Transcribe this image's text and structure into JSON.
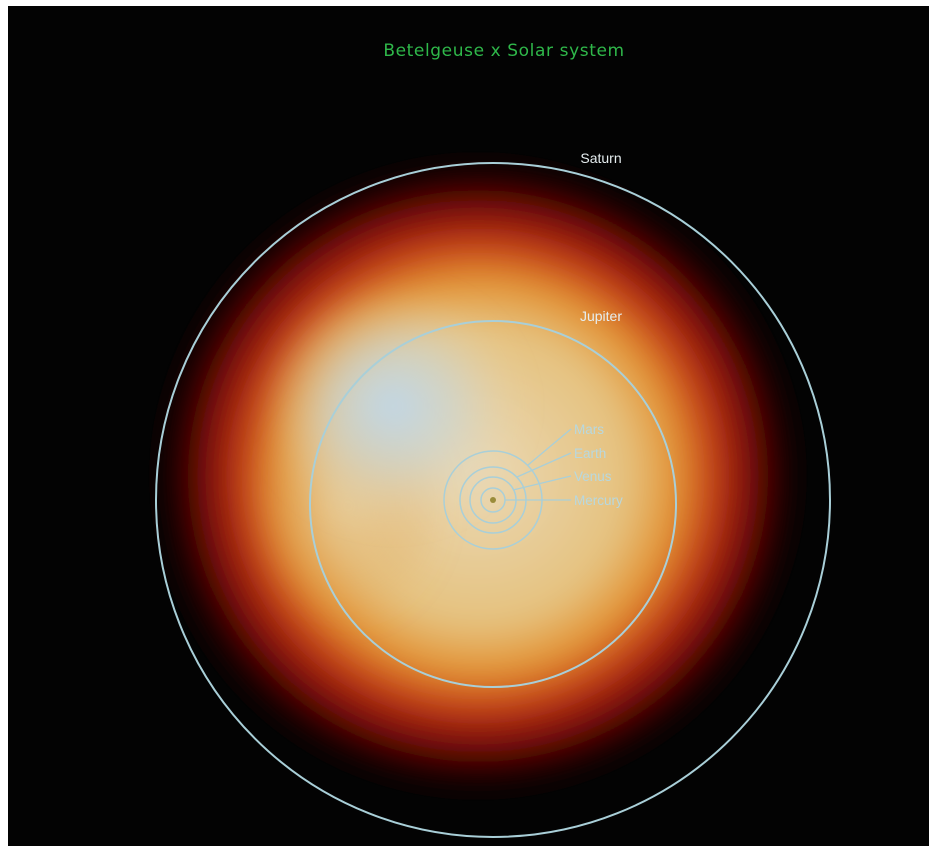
{
  "title": "Betelgeuse x Solar system",
  "colors": {
    "background": "#030303",
    "title_text": "#2fb84a",
    "orbit_stroke": "#a9cfd8",
    "outer_label": "#e6eef0",
    "inner_label": "#b7d8df",
    "star_core": "#e9e0c2",
    "star_hot_spot": "#b9d6ee",
    "star_orange": "#e3912f",
    "star_red": "#b0160b",
    "sun_dot": "#9a8c3a"
  },
  "orbits": {
    "saturn": "Saturn",
    "jupiter": "Jupiter",
    "mars": "Mars",
    "earth": "Earth",
    "venus": "Venus",
    "mercury": "Mercury"
  }
}
